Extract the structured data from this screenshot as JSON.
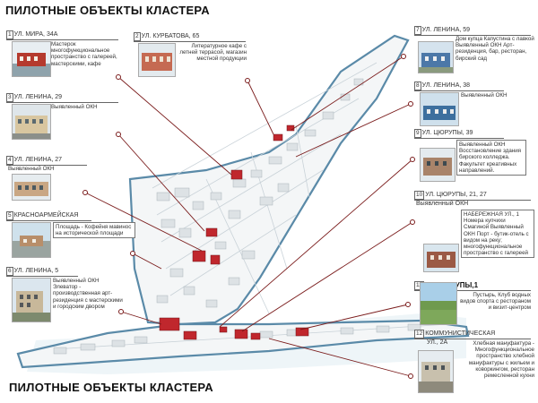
{
  "title": "ПИЛОТНЫЕ ОБЪЕКТЫ КЛАСТЕРА",
  "footer": "ПИЛОТНЫЕ ОБЪЕКТЫ КЛАСТЕРА",
  "colors": {
    "leader": "#7a1b1b",
    "highlight": "#c0272d",
    "outline": "#4f7fa0",
    "water": "#cfe0ea"
  },
  "objects": [
    {
      "num": "1",
      "address": "УЛ. МИРА, 34А",
      "desc": "Мастерок многофункциональное пространство с галереей, мастерскими, кафе"
    },
    {
      "num": "2",
      "address": "УЛ. КУРБАТОВА, 65",
      "desc": "Литературное кафе с летней террасой, магазин местной продукции"
    },
    {
      "num": "3",
      "address": "УЛ. ЛЕНИНА, 29",
      "desc": "Выявленный ОКН"
    },
    {
      "num": "4",
      "address": "УЛ. ЛЕНИНА, 27",
      "desc": "Выявленный ОКН"
    },
    {
      "num": "5",
      "address": "КРАСНОАРМЕЙСКАЯ",
      "desc": "Площадь - Кофейня мавинос на исторической площади"
    },
    {
      "num": "6",
      "address": "УЛ. ЛЕНИНА, 5",
      "desc": "Выявленный ОКН Элеватор - производственная арт-резиденция с мастерскими и городским двором"
    },
    {
      "num": "7",
      "address": "УЛ. ЛЕНИНА, 59",
      "desc": "Дом купца Капустина с лавкой Выявленный ОКН Арт-резиденция, бар, ресторан, бирский сад"
    },
    {
      "num": "8",
      "address": "УЛ. ЛЕНИНА, 38",
      "desc": "Выявленный ОКН"
    },
    {
      "num": "9",
      "address": "УЛ. ЦЮРУПЫ, 39",
      "desc": "Выявленный ОКН Восстановление здания бирского колледжа. Факультет креативных направлений."
    },
    {
      "num": "10",
      "address": "УЛ. ЦЮРУПЫ, 21, 27",
      "address2": "Выявленный ОКН",
      "desc": "НАБЕРЕЖНАЯ УЛ., 1 Номера купчихи Смагиной Выявленный ОКН Порт - бутик-отель с видом на реку; многофункциональное пространство с галереей"
    },
    {
      "num": "11",
      "address": "УЛ. ЦЮРУПЫ,1",
      "desc": "Пустырь, Клуб водных видов спорта с рестораном и визит-центром"
    },
    {
      "num": "12",
      "address": "КОММУНИСТИЧЕСКАЯ",
      "address2": "УЛ., 2А",
      "desc": "Хлебная мануфактура - Многофункциональное пространство хлебной мануфактуры с жильем и коворкингом, ресторан ремесленной кухни"
    }
  ]
}
